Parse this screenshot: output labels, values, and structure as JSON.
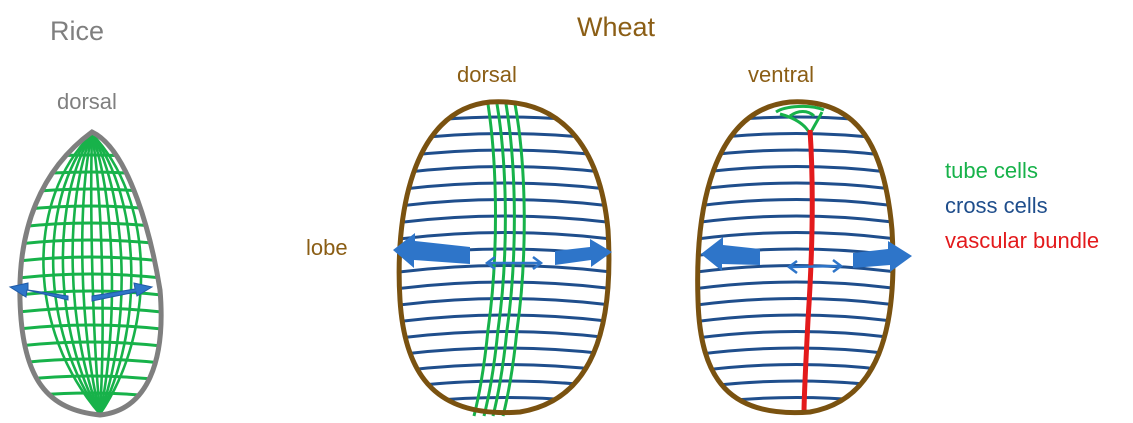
{
  "labels": {
    "rice_title": "Rice",
    "wheat_title": "Wheat",
    "rice_dorsal": "dorsal",
    "wheat_dorsal": "dorsal",
    "wheat_ventral": "ventral",
    "lobe": "lobe"
  },
  "legend": [
    {
      "label": "tube cells",
      "color": "#17b24a"
    },
    {
      "label": "cross cells",
      "color": "#1f4e8c"
    },
    {
      "label": "vascular bundle",
      "color": "#e31a1c"
    }
  ],
  "colors": {
    "rice_title": "#7f7f7f",
    "rice_outline": "#7f7f7f",
    "wheat_text": "#8b5e15",
    "wheat_outline": "#7a5210",
    "tube_cells": "#17b24a",
    "cross_cells": "#1f4e8c",
    "vascular_bundle": "#e31a1c",
    "arrows": "#2e75c9"
  }
}
